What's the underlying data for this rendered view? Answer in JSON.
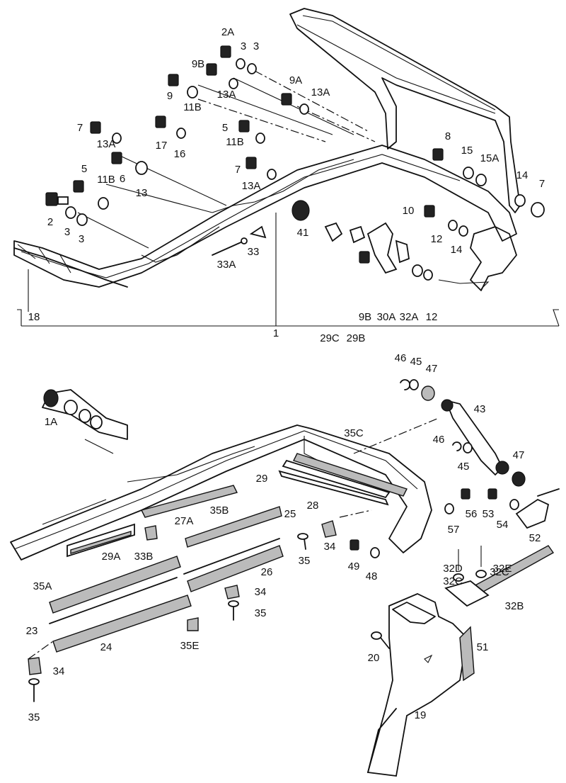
{
  "callouts": {
    "top": [
      "2A",
      "3",
      "3",
      "9B",
      "9A",
      "13A",
      "9",
      "13A",
      "11B",
      "7",
      "13A",
      "17",
      "16",
      "5",
      "11B",
      "6",
      "13",
      "5",
      "11B",
      "7",
      "13A",
      "8",
      "15",
      "15A",
      "14",
      "7",
      "2",
      "3",
      "3",
      "10",
      "12",
      "14",
      "41",
      "33",
      "33A",
      "18",
      "1",
      "29C",
      "29B",
      "9B",
      "30A",
      "32A",
      "12"
    ],
    "bottom": [
      "46",
      "45",
      "47",
      "43",
      "1A",
      "35C",
      "46",
      "45",
      "47",
      "29",
      "28",
      "56",
      "53",
      "27A",
      "35B",
      "25",
      "29A",
      "33B",
      "35",
      "34",
      "49",
      "48",
      "57",
      "54",
      "52",
      "32D",
      "32E",
      "35A",
      "26",
      "32C",
      "32C",
      "34",
      "32B",
      "35",
      "23",
      "24",
      "35E",
      "20",
      "51",
      "34",
      "35",
      "19"
    ]
  },
  "label_colors": {
    "ink": "#111111",
    "paper": "#ffffff"
  }
}
